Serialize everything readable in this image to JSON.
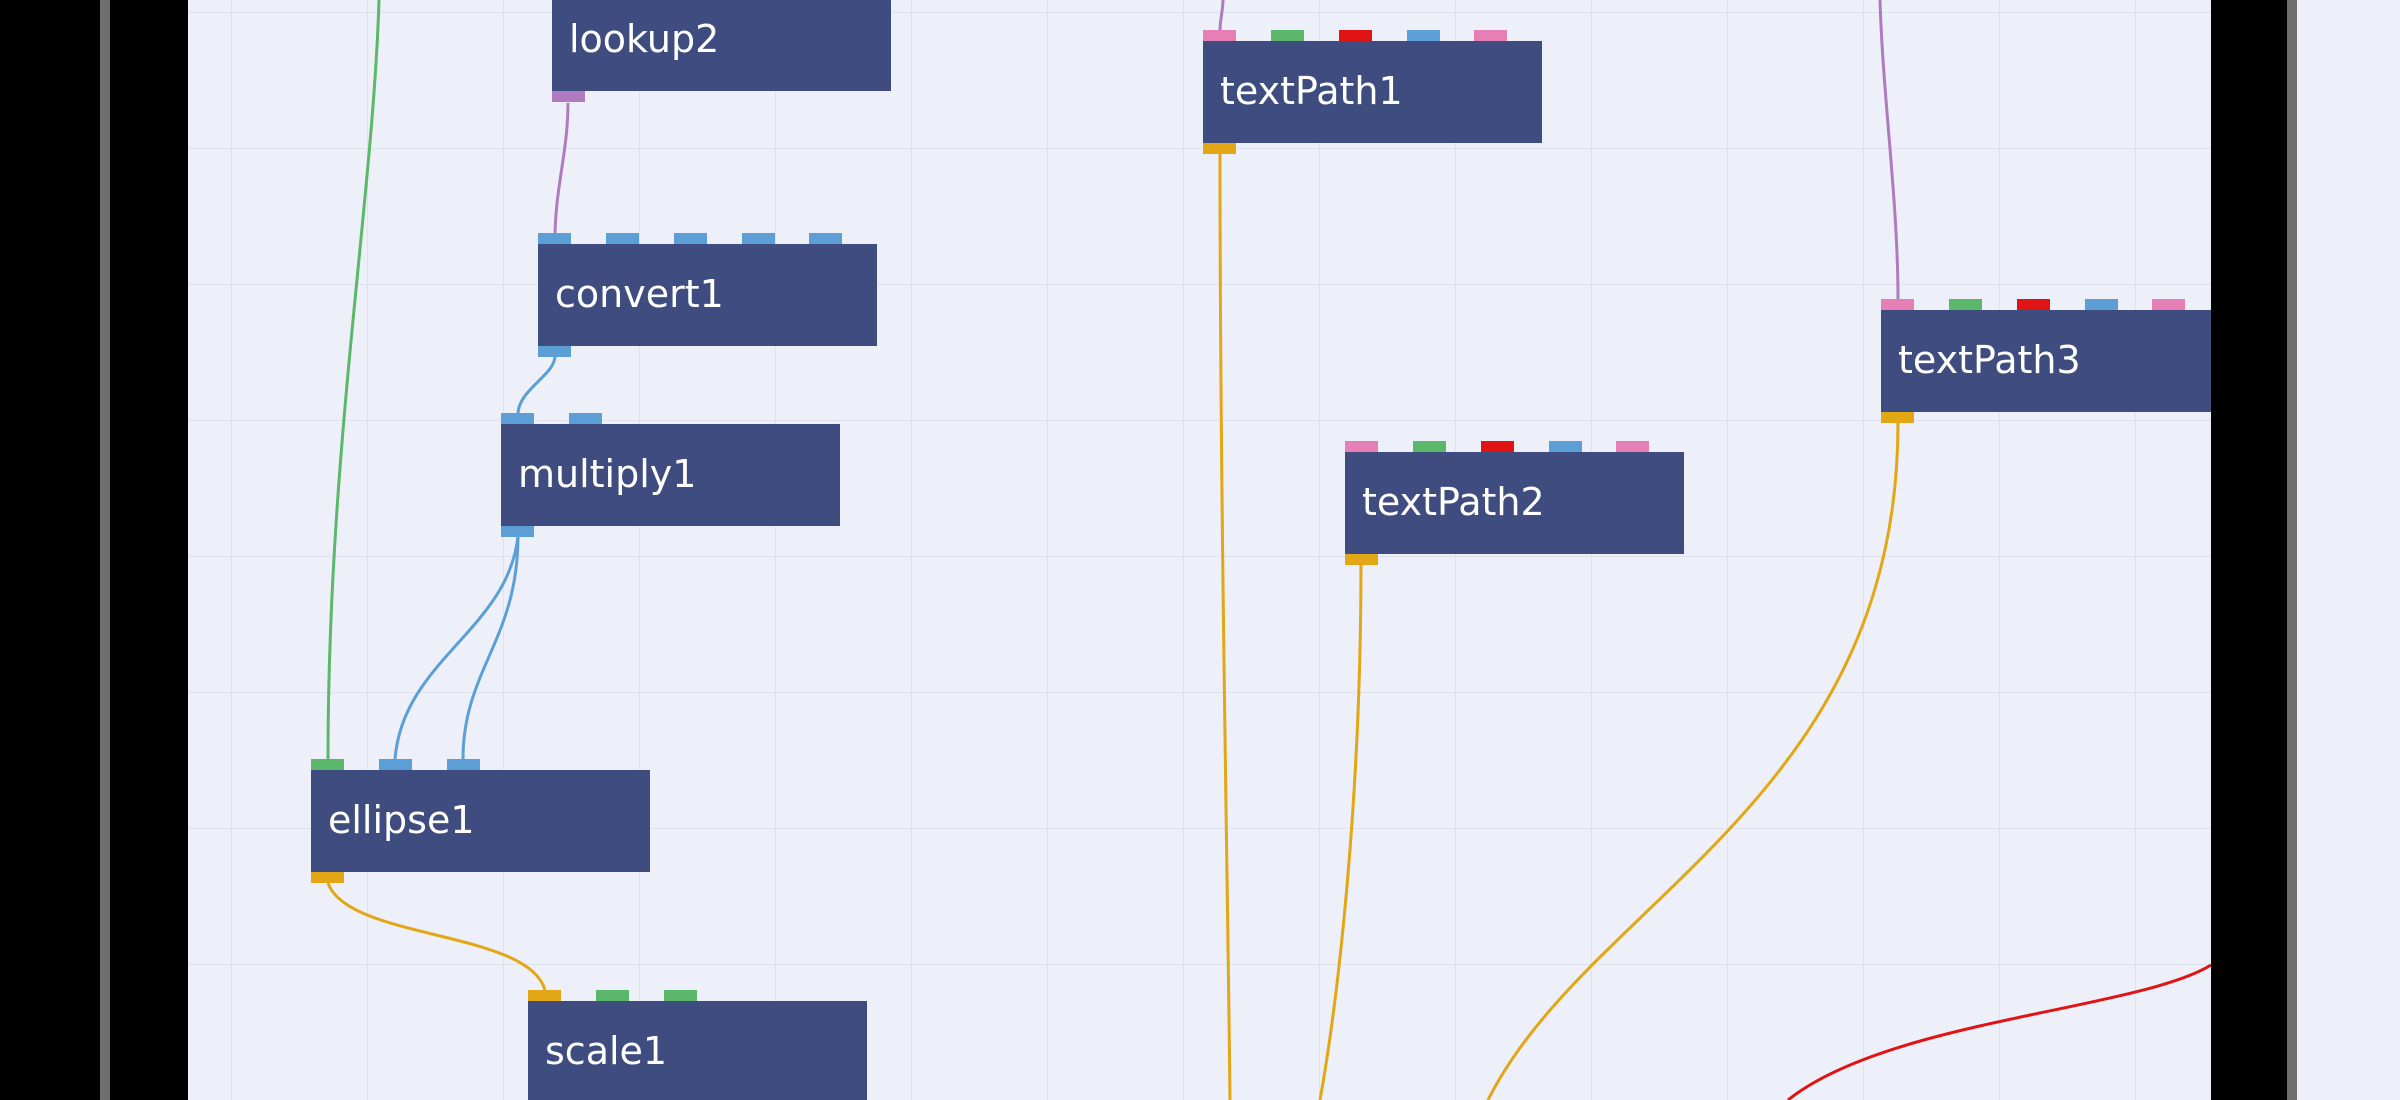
{
  "colors": {
    "background": "#edf0f9",
    "node": "#3e4c7f",
    "node_text": "#ffffff",
    "port_blue": "#5b9fd6",
    "port_green": "#5bb86a",
    "port_red": "#e01414",
    "port_pink": "#e57fb5",
    "port_orange": "#e3a614",
    "port_purple": "#b07ac0",
    "wire_green": "#5bb86a",
    "wire_blue": "#5b9fd6",
    "wire_orange": "#e3a614",
    "wire_purple": "#b07ac0",
    "wire_red": "#e01414"
  },
  "nodes": [
    {
      "id": "lookup2",
      "label": "lookup2"
    },
    {
      "id": "convert1",
      "label": "convert1"
    },
    {
      "id": "multiply1",
      "label": "multiply1"
    },
    {
      "id": "ellipse1",
      "label": "ellipse1"
    },
    {
      "id": "scale1",
      "label": "scale1"
    },
    {
      "id": "textPath1",
      "label": "textPath1"
    },
    {
      "id": "textPath2",
      "label": "textPath2"
    },
    {
      "id": "textPath3",
      "label": "textPath3"
    }
  ]
}
